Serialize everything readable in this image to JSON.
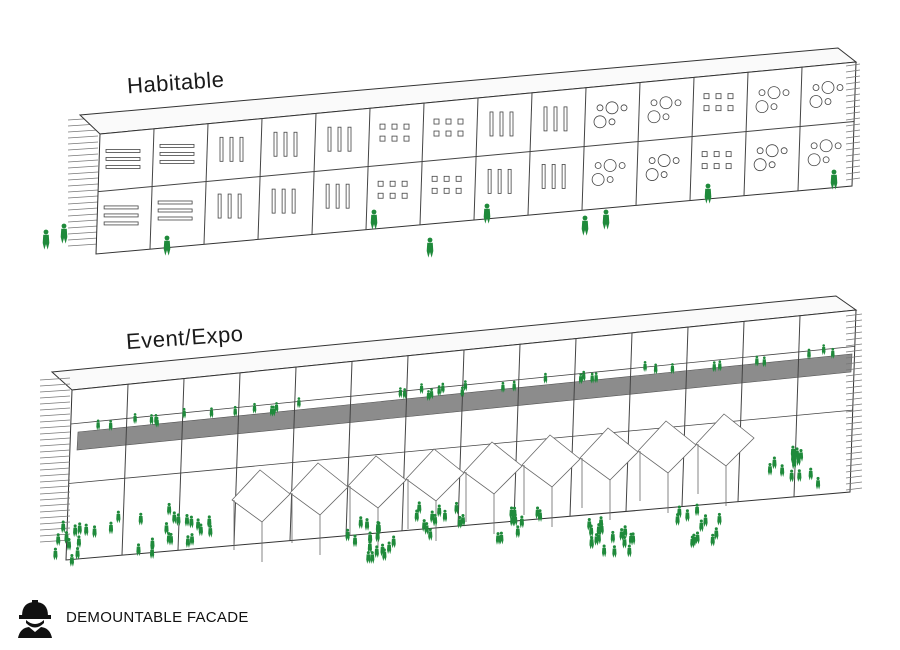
{
  "sections": {
    "habitable": {
      "label": "Habitable"
    },
    "event": {
      "label": "Event/Expo"
    }
  },
  "legend": {
    "icon": "construction-worker-icon",
    "label": "DEMOUNTABLE FACADE"
  },
  "colors": {
    "people": "#1f8a3b",
    "linework": "#444444",
    "floor": "#8c8c8c",
    "background": "#ffffff"
  }
}
